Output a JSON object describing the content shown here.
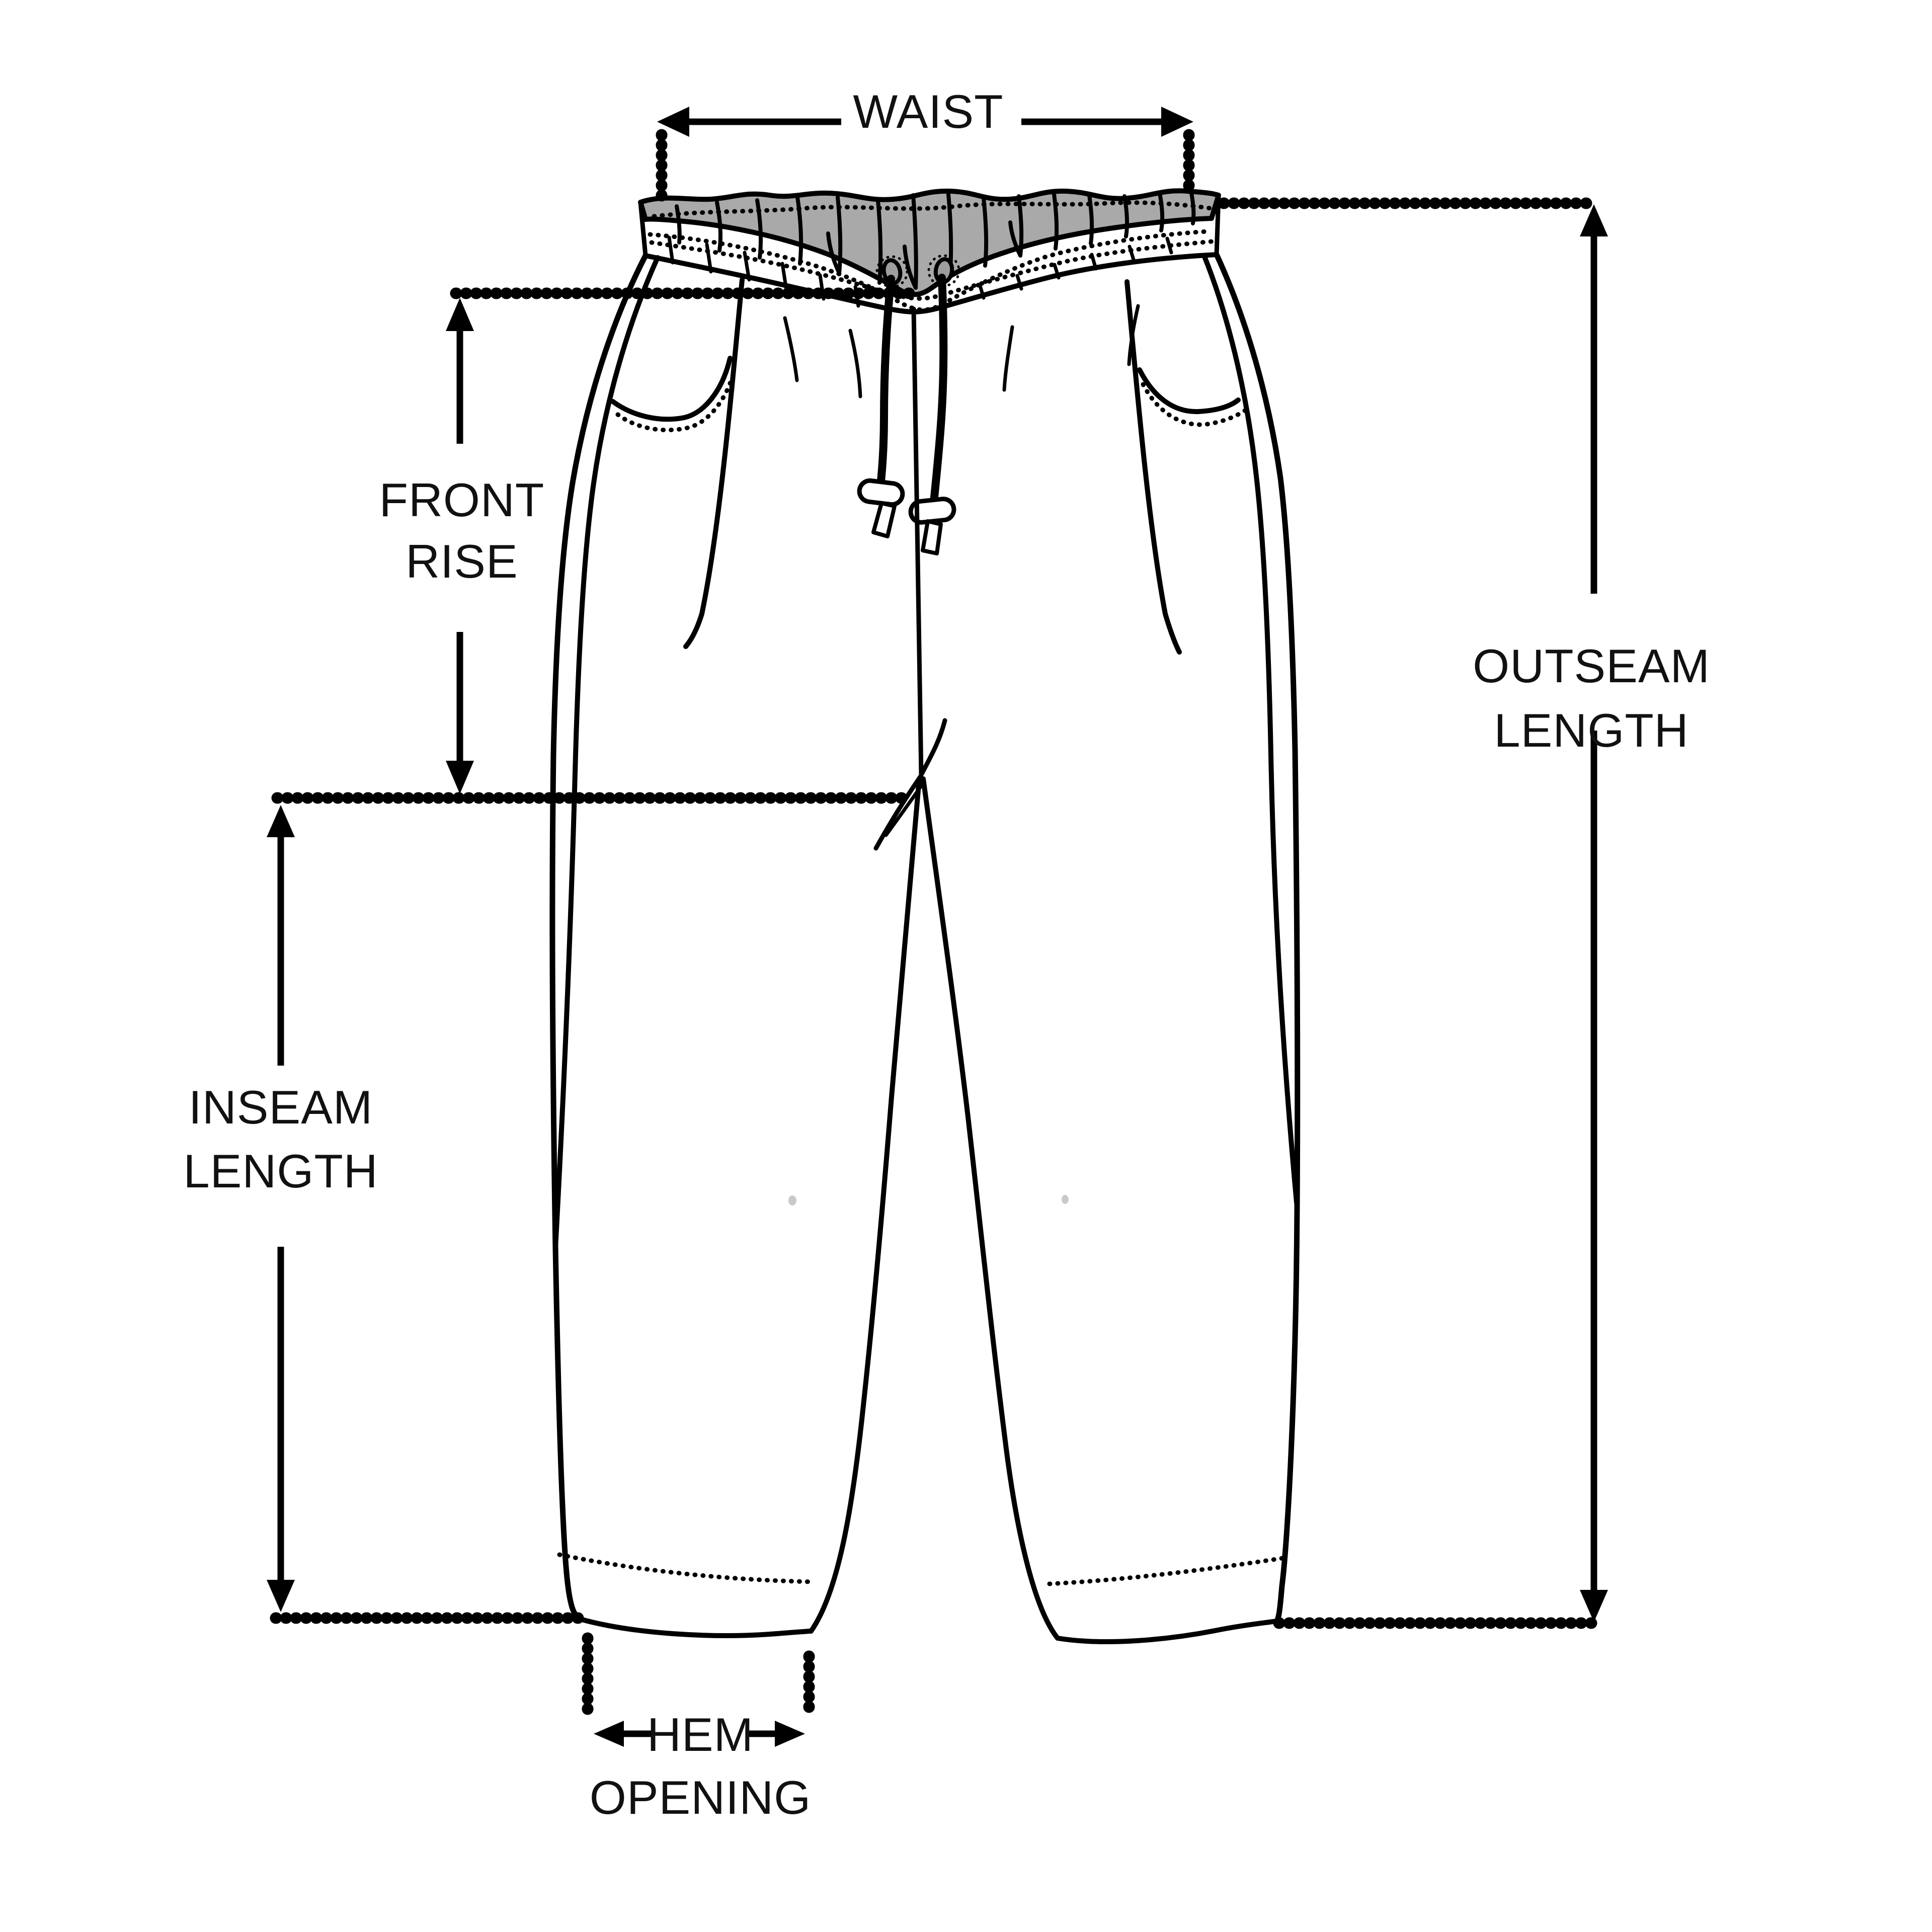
{
  "diagram": {
    "type": "garment-measurement-guide",
    "garment": "drawstring jogger pants technical flat sketch",
    "measurements": [
      {
        "id": "waist",
        "lines": [
          "WAIST"
        ]
      },
      {
        "id": "front-rise",
        "lines": [
          "FRONT",
          "RISE"
        ]
      },
      {
        "id": "outseam-length",
        "lines": [
          "OUTSEAM",
          "LENGTH"
        ]
      },
      {
        "id": "inseam-length",
        "lines": [
          "INSEAM",
          "LENGTH"
        ]
      },
      {
        "id": "hem-opening",
        "lines": [
          "HEM",
          "OPENING"
        ]
      }
    ]
  },
  "colors": {
    "ink": "#000000",
    "background": "#ffffff",
    "waistband_inside": "#a9a9a9",
    "eyelet": "#9e9e9e",
    "knee_speck": "#c9c9c9"
  }
}
